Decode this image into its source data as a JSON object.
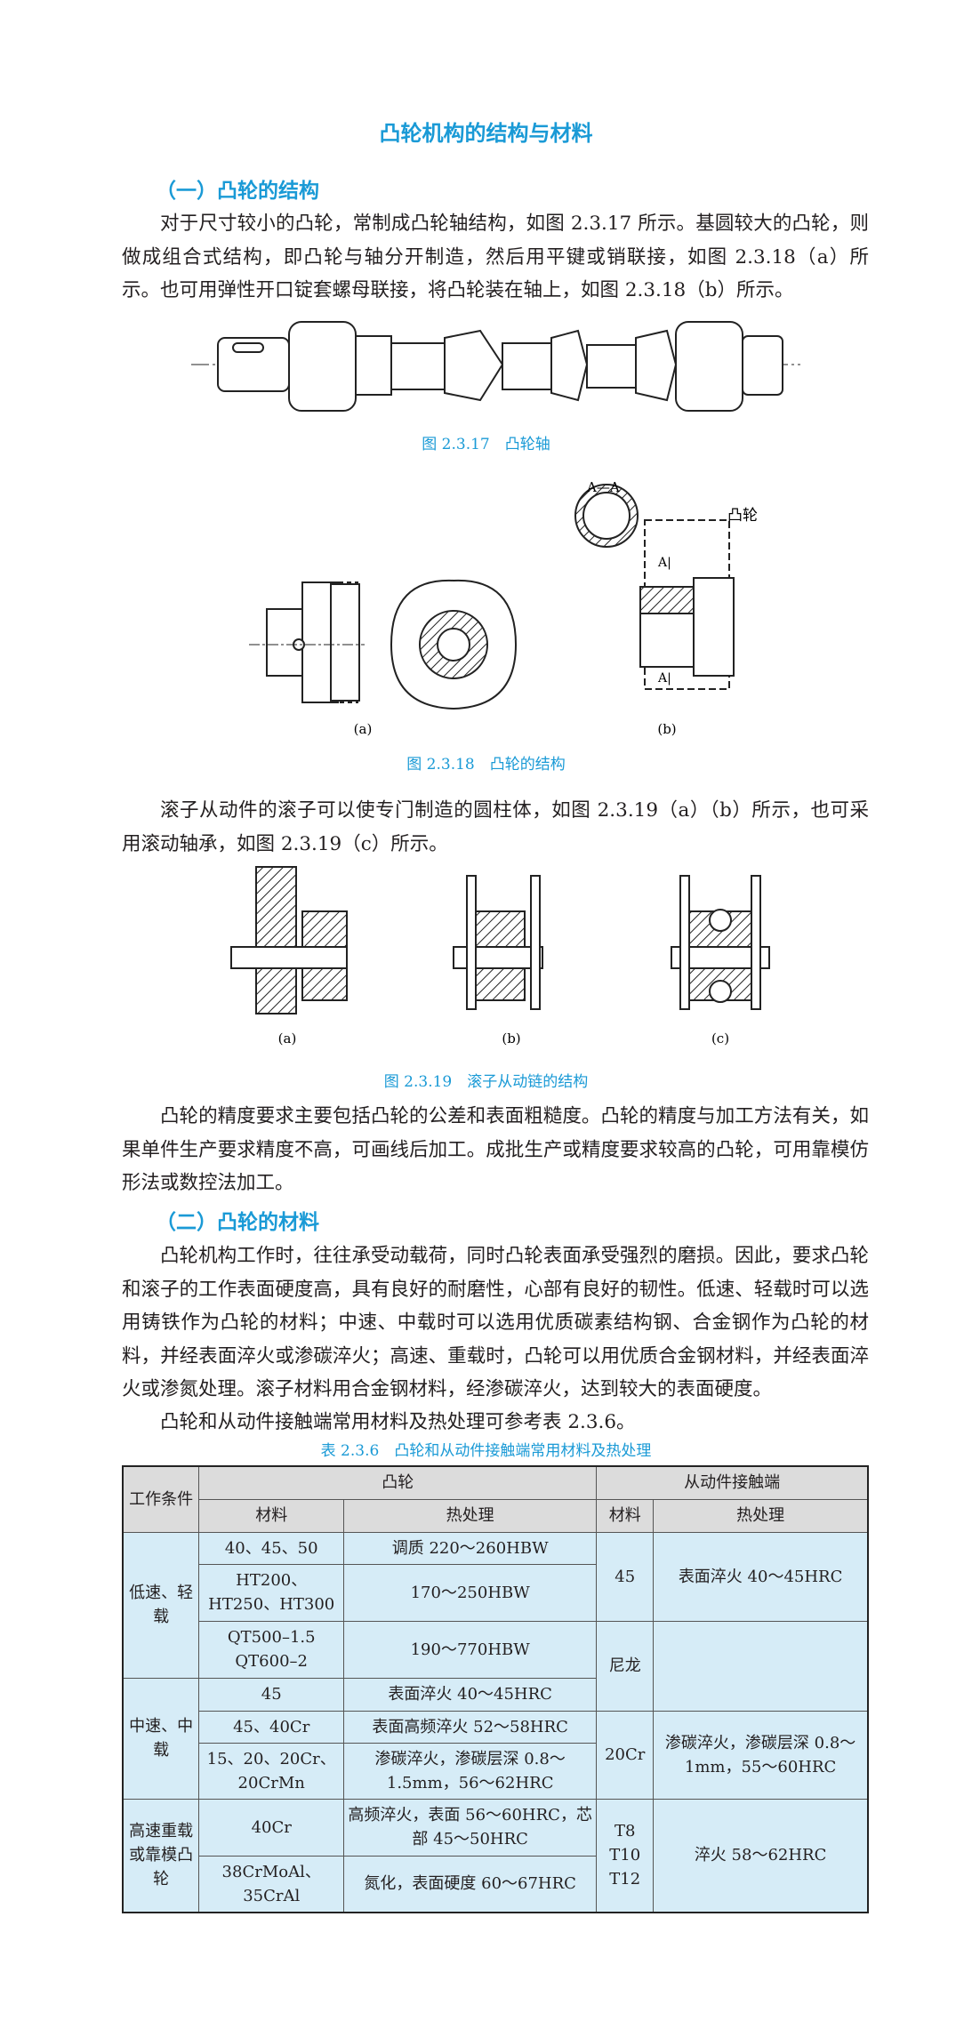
{
  "title": "凸轮机构的结构与材料",
  "section1": {
    "heading": "（一）凸轮的结构",
    "para1": "对于尺寸较小的凸轮，常制成凸轮轴结构，如图 2.3.17 所示。基圆较大的凸轮，则做成组合式结构，即凸轮与轴分开制造，然后用平键或销联接，如图 2.3.18（a）所示。也可用弹性开口锭套螺母联接，将凸轮装在轴上，如图 2.3.18（b）所示。",
    "fig17_caption": "图 2.3.17　凸轮轴",
    "fig18": {
      "label_a": "(a)",
      "label_b": "(b)",
      "section_label": "A—A",
      "cam_label": "凸轮",
      "a1": "A|",
      "a2": "A|",
      "caption": "图 2.3.18　凸轮的结构"
    },
    "para2": "滚子从动件的滚子可以使专门制造的圆柱体，如图 2.3.19（a）（b）所示，也可采用滚动轴承，如图 2.3.19（c）所示。",
    "fig19": {
      "label_a": "(a)",
      "label_b": "(b)",
      "label_c": "(c)",
      "caption": "图 2.3.19　滚子从动链的结构"
    },
    "para3": "凸轮的精度要求主要包括凸轮的公差和表面粗糙度。凸轮的精度与加工方法有关，如果单件生产要求精度不高，可画线后加工。成批生产或精度要求较高的凸轮，可用靠模仿形法或数控法加工。"
  },
  "section2": {
    "heading": "（二）凸轮的材料",
    "para1": "凸轮机构工作时，往往承受动载荷，同时凸轮表面承受强烈的磨损。因此，要求凸轮和滚子的工作表面硬度高，具有良好的耐磨性，心部有良好的韧性。低速、轻载时可以选用铸铁作为凸轮的材料；中速、中载时可以选用优质碳素结构钢、合金钢作为凸轮的材料，并经表面淬火或渗碳淬火；高速、重载时，凸轮可以用优质合金钢材料，并经表面淬火或渗氮处理。滚子材料用合金钢材料，经渗碳淬火，达到较大的表面硬度。",
    "para2": "凸轮和从动件接触端常用材料及热处理可参考表 2.3.6。"
  },
  "table": {
    "caption": "表 2.3.6　凸轮和从动件接触端常用材料及热处理",
    "h_condition": "工作条件",
    "h_cam": "凸轮",
    "h_follower": "从动件接触端",
    "h_material": "材料",
    "h_heat": "热处理",
    "h_material2": "材料",
    "h_heat2": "热处理",
    "groups": [
      {
        "condition": "低速、轻载",
        "rows": [
          {
            "material": "40、45、50",
            "heat": "调质 220～260HBW"
          },
          {
            "material": "HT200、HT250、HT300",
            "heat": "170～250HBW"
          },
          {
            "material": "QT500–1.5 QT600–2",
            "heat": "190～770HBW"
          }
        ]
      },
      {
        "condition": "中速、中载",
        "rows": [
          {
            "material": "45",
            "heat": "表面淬火 40～45HRC"
          },
          {
            "material": "45、40Cr",
            "heat": "表面高频淬火 52～58HRC"
          },
          {
            "material": "15、20、20Cr、20CrMn",
            "heat": "渗碳淬火，渗碳层深 0.8～1.5mm，56～62HRC"
          }
        ]
      },
      {
        "condition": "高速重载或靠模凸轮",
        "rows": [
          {
            "material": "40Cr",
            "heat": "高频淬火，表面 56～60HRC，芯部 45～50HRC"
          },
          {
            "material": "38CrMoAl、35CrAl",
            "heat": "氮化，表面硬度 60～67HRC"
          }
        ]
      }
    ],
    "follower": [
      {
        "material": "45",
        "heat": "表面淬火 40～45HRC"
      },
      {
        "material": "尼龙",
        "heat": ""
      },
      {
        "material": "20Cr",
        "heat": "渗碳淬火，渗碳层深 0.8～1mm，55～60HRC"
      },
      {
        "material": "T8 T10 T12",
        "heat": "淬火 58～62HRC"
      }
    ]
  }
}
